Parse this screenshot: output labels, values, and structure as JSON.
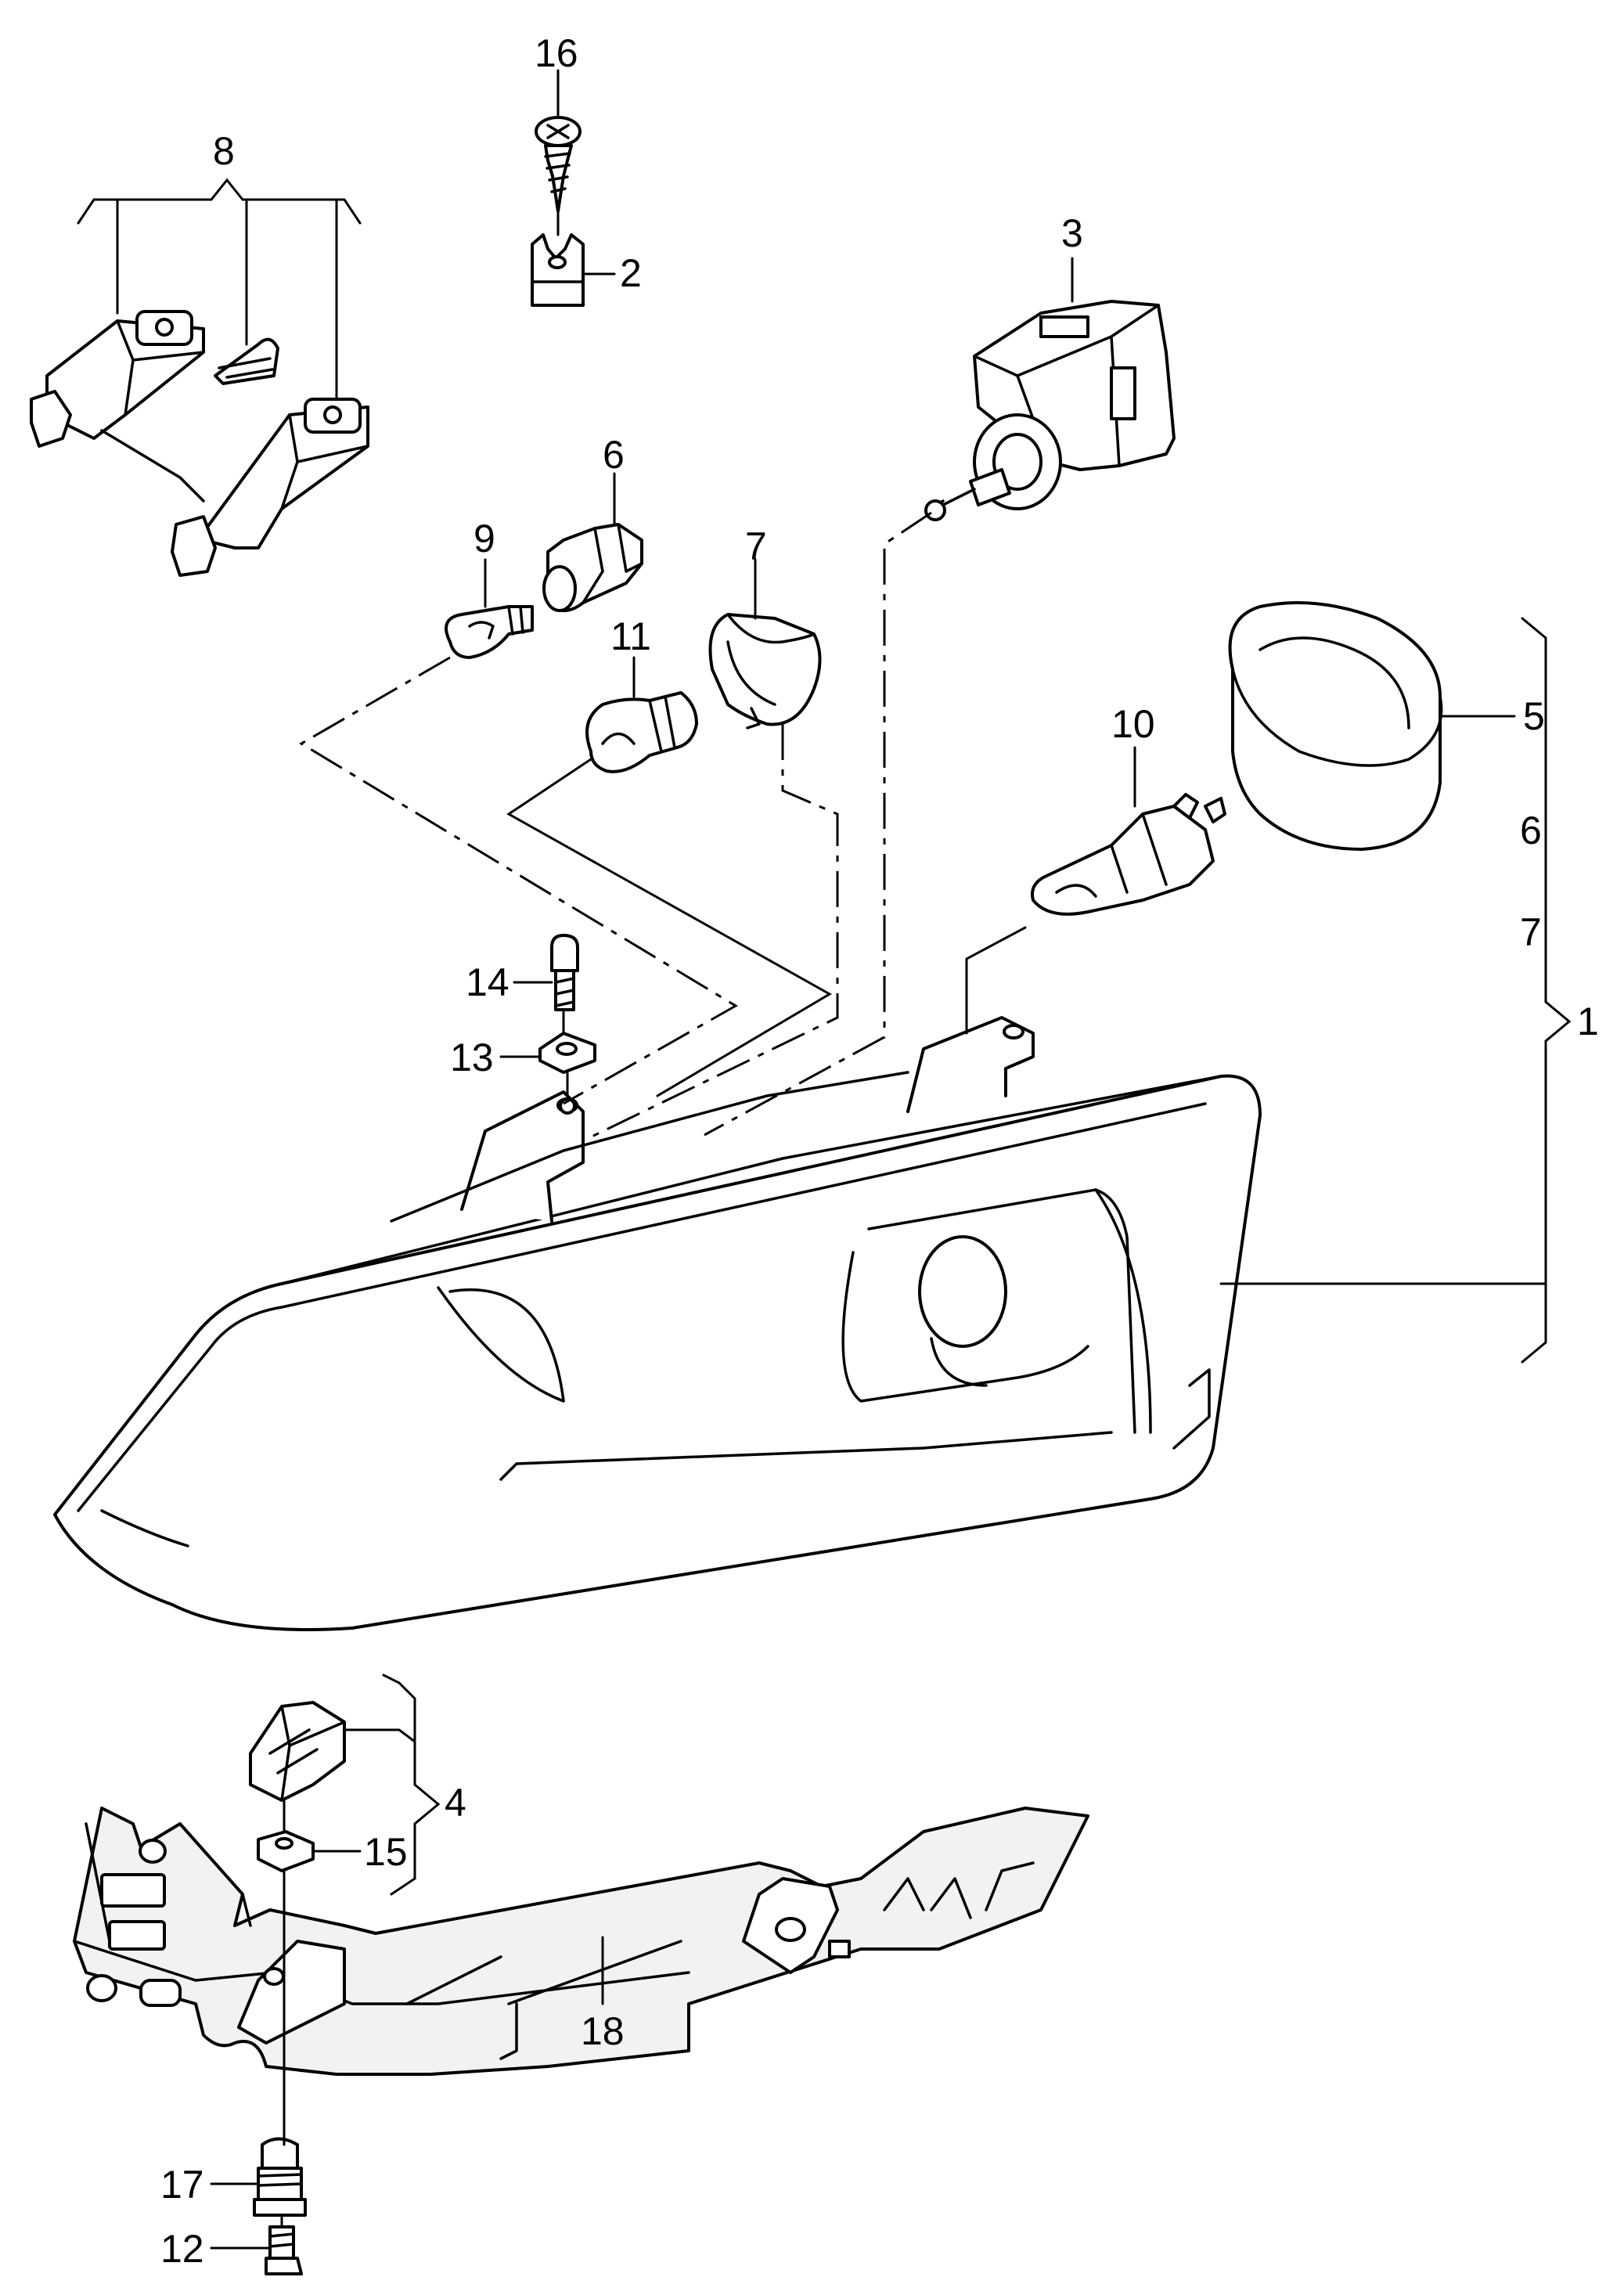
{
  "callouts": [
    {
      "id": "1",
      "label": "1"
    },
    {
      "id": "2",
      "label": "2"
    },
    {
      "id": "3",
      "label": "3"
    },
    {
      "id": "4",
      "label": "4"
    },
    {
      "id": "5",
      "label": "5"
    },
    {
      "id": "6",
      "label": "6"
    },
    {
      "id": "6b",
      "label": "6"
    },
    {
      "id": "7",
      "label": "7"
    },
    {
      "id": "7b",
      "label": "7"
    },
    {
      "id": "8",
      "label": "8"
    },
    {
      "id": "9",
      "label": "9"
    },
    {
      "id": "10",
      "label": "10"
    },
    {
      "id": "11",
      "label": "11"
    },
    {
      "id": "12",
      "label": "12"
    },
    {
      "id": "13",
      "label": "13"
    },
    {
      "id": "14",
      "label": "14"
    },
    {
      "id": "15",
      "label": "15"
    },
    {
      "id": "16",
      "label": "16"
    },
    {
      "id": "17",
      "label": "17"
    },
    {
      "id": "18",
      "label": "18"
    }
  ]
}
